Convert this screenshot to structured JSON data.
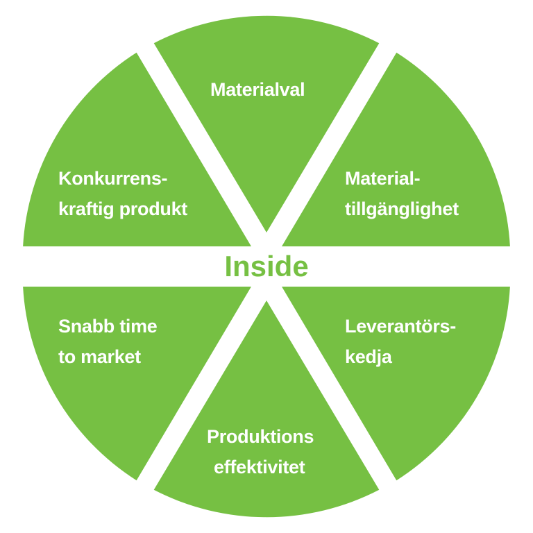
{
  "diagram": {
    "center_label": "Inside",
    "colors": {
      "segment_fill": "#76c043",
      "segment_text": "#ffffff",
      "center_text": "#76c043",
      "background": "#ffffff"
    },
    "segments": [
      {
        "id": "materialval",
        "lines": [
          "Materialval"
        ]
      },
      {
        "id": "materialtillganglighet",
        "lines": [
          "Material-",
          "tillgänglighet"
        ]
      },
      {
        "id": "leverantorskedja",
        "lines": [
          "Leverantörs-",
          "kedja"
        ]
      },
      {
        "id": "produktionseffektivitet",
        "lines": [
          "Produktions",
          "effektivitet"
        ]
      },
      {
        "id": "snabb-time-to-market",
        "lines": [
          "Snabb time",
          "to market"
        ]
      },
      {
        "id": "konkurrenskraftig-produkt",
        "lines": [
          "Konkurrens-",
          "kraftig produkt"
        ]
      }
    ]
  }
}
